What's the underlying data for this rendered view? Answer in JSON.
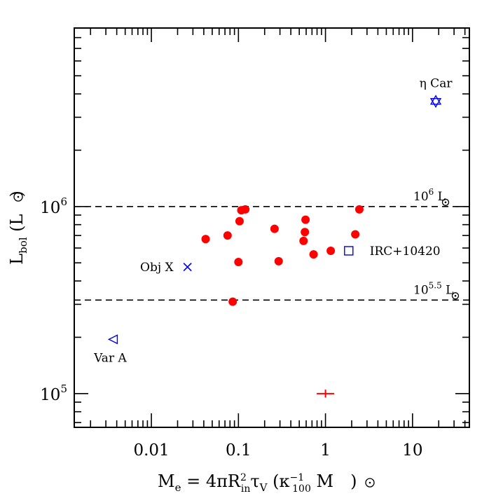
{
  "chart_data": {
    "type": "scatter",
    "xscale": "log",
    "yscale": "log",
    "xlim": [
      0.0013,
      45
    ],
    "ylim": [
      66000,
      9000000
    ],
    "xlabel": "M_e = 4πR_in^2 τ_V (κ_100^-1 M_⊙)",
    "ylabel": "L_bol (L_⊙)",
    "x_ticklabels": [
      {
        "value": 0.01,
        "label": "0.01"
      },
      {
        "value": 0.1,
        "label": "0.1"
      },
      {
        "value": 1,
        "label": "1"
      },
      {
        "value": 10,
        "label": "10"
      }
    ],
    "y_ticklabels": [
      {
        "value": 100000,
        "base": "10",
        "exp": "5"
      },
      {
        "value": 1000000,
        "base": "10",
        "exp": "6"
      }
    ],
    "hlines": [
      {
        "y": 1000000,
        "base": "10",
        "exp": "6",
        "unit": "L"
      },
      {
        "y": 316228,
        "base": "10",
        "exp": "5.5",
        "unit": "L"
      }
    ],
    "points": [
      {
        "x": 0.042,
        "y": 670000
      },
      {
        "x": 0.075,
        "y": 700000
      },
      {
        "x": 0.086,
        "y": 310000
      },
      {
        "x": 0.1,
        "y": 505000
      },
      {
        "x": 0.103,
        "y": 835000
      },
      {
        "x": 0.108,
        "y": 955000
      },
      {
        "x": 0.12,
        "y": 965000
      },
      {
        "x": 0.26,
        "y": 760000
      },
      {
        "x": 0.29,
        "y": 510000
      },
      {
        "x": 0.56,
        "y": 655000
      },
      {
        "x": 0.58,
        "y": 730000
      },
      {
        "x": 0.59,
        "y": 850000
      },
      {
        "x": 0.73,
        "y": 555000
      },
      {
        "x": 1.15,
        "y": 580000
      },
      {
        "x": 2.2,
        "y": 710000
      },
      {
        "x": 2.45,
        "y": 965000
      }
    ],
    "labeled_objects": [
      {
        "name": "η Car",
        "x": 18.5,
        "y": 3650000,
        "marker": "star"
      },
      {
        "name": "IRC+10420",
        "x": 1.85,
        "y": 580000,
        "marker": "square"
      },
      {
        "name": "Obj X",
        "x": 0.026,
        "y": 475000,
        "marker": "cross"
      },
      {
        "name": "Var A",
        "x": 0.0037,
        "y": 195000,
        "marker": "triangle-left"
      }
    ],
    "error_bar": {
      "x": 1.0,
      "y": 100000,
      "x_factor": 1.26,
      "y_factor": 1.05
    },
    "colors": {
      "points": "#ff0000",
      "objects": "#0000ee",
      "error_bar": "#ff0000",
      "axes": "#000000"
    },
    "grid": false
  }
}
